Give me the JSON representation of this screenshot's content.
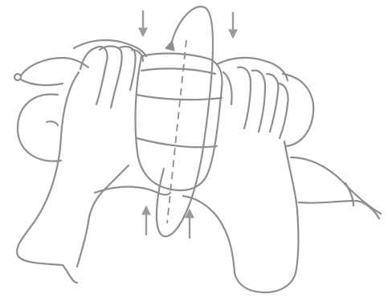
{
  "illustration": {
    "subject": "two-hands-twisting-folded-balloon-segments",
    "ink_color": "#8e8e8e",
    "arrow_color": "#9a9a9a",
    "background_color": "#ffffff",
    "arrows": {
      "press_down_count": 2,
      "push_up_count": 2,
      "rotation": "twist-around-vertical-axis"
    },
    "balloon_segments_visible": 3
  }
}
